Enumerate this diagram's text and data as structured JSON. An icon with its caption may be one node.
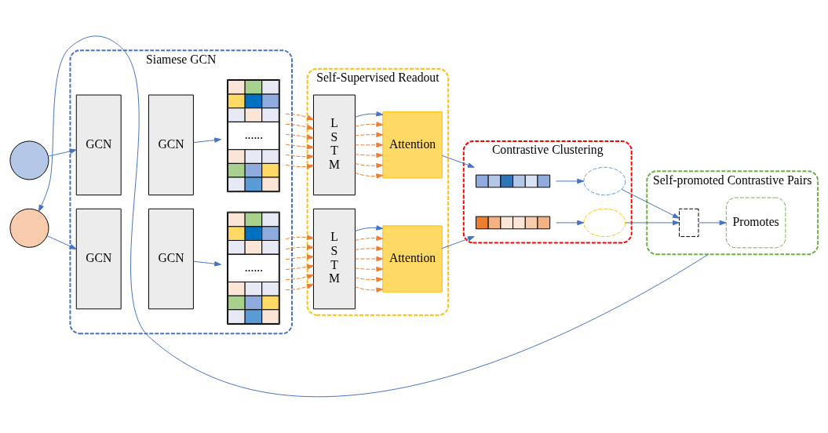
{
  "diagram": {
    "nodes": [
      {
        "text": [
          "Siamese GCN"
        ]
      },
      {
        "text": [
          "GCN"
        ],
        "in": 0
      },
      {
        "text": [
          "GCN"
        ],
        "in": 0
      },
      {
        "text": [
          "......"
        ],
        "in": 0
      },
      {
        "text": [
          "GCN"
        ],
        "in": 0
      },
      {
        "text": [
          "GCN"
        ],
        "in": 0
      },
      {
        "text": [
          "......"
        ],
        "in": 0
      },
      {
        "text": [
          "Self-Supervised Readout"
        ]
      },
      {
        "text": [
          "L S T M"
        ],
        "in": 7
      },
      {
        "text": [
          "Attention"
        ],
        "in": 7
      },
      {
        "text": [
          "L S T M"
        ],
        "in": 7
      },
      {
        "text": [
          "Attention"
        ],
        "in": 7
      },
      {
        "text": [
          "Contrastive Clustering"
        ]
      },
      {
        "text": [],
        "shape": "bar",
        "in": 12
      },
      {
        "text": [],
        "shape": "ellipse",
        "in": 12
      },
      {
        "text": [],
        "shape": "ellipse",
        "in": 12
      },
      {
        "text": [],
        "shape": "bar",
        "in": 12
      },
      {
        "text": [
          "Self-promoted Contrastive Pairs"
        ]
      },
      {
        "text": [],
        "shape": "box",
        "in": 17
      },
      {
        "text": [
          "Promotes"
        ],
        "in": 17
      },
      {
        "text": [],
        "shape": "circle"
      },
      {
        "text": [],
        "shape": "circle"
      }
    ],
    "edges": [
      {
        "from": 20,
        "to": 1,
        "arrow": "to",
        "color": "#4472c4"
      },
      {
        "from": 2,
        "to": 3,
        "arrow": "to",
        "color": "#4472c4"
      },
      {
        "from": 3,
        "to": 8,
        "arrow": "to",
        "style": "dashed",
        "color": "#ed7d31"
      },
      {
        "from": 3,
        "to": 8,
        "arrow": "to",
        "style": "dashed",
        "color": "#ed7d31"
      },
      {
        "from": 3,
        "to": 8,
        "arrow": "to",
        "style": "dashed",
        "color": "#ed7d31"
      },
      {
        "from": 3,
        "to": 8,
        "arrow": "to",
        "style": "dashed",
        "color": "#ed7d31"
      },
      {
        "from": 3,
        "to": 8,
        "arrow": "to",
        "style": "dashed",
        "color": "#ed7d31"
      },
      {
        "from": 3,
        "to": 8,
        "arrow": "to",
        "style": "dashed",
        "color": "#ed7d31"
      },
      {
        "from": 8,
        "to": 9,
        "arrow": "to",
        "style": "dashed",
        "color": "#ed7d31"
      },
      {
        "from": 8,
        "to": 9,
        "arrow": "to",
        "style": "dashed",
        "color": "#ed7d31"
      },
      {
        "from": 8,
        "to": 9,
        "arrow": "to",
        "style": "dashed",
        "color": "#ed7d31"
      },
      {
        "from": 8,
        "to": 9,
        "arrow": "to",
        "style": "dashed",
        "color": "#ed7d31"
      },
      {
        "from": 8,
        "to": 9,
        "arrow": "to",
        "style": "dashed",
        "color": "#ed7d31"
      },
      {
        "from": 8,
        "to": 9,
        "arrow": "to",
        "style": "dashed",
        "color": "#ed7d31"
      },
      {
        "from": 8,
        "to": 9,
        "arrow": "to",
        "color": "#4472c4"
      },
      {
        "from": 9,
        "to": 13,
        "arrow": "to",
        "color": "#4472c4"
      },
      {
        "from": 13,
        "to": 14,
        "arrow": "to",
        "color": "#4472c4"
      },
      {
        "from": 14,
        "to": 18,
        "arrow": "to",
        "color": "#4472c4"
      },
      {
        "from": 21,
        "to": 4,
        "arrow": "to",
        "color": "#4472c4"
      },
      {
        "from": 5,
        "to": 6,
        "arrow": "to",
        "color": "#4472c4"
      },
      {
        "from": 6,
        "to": 10,
        "arrow": "to",
        "style": "dashed",
        "color": "#ed7d31"
      },
      {
        "from": 6,
        "to": 10,
        "arrow": "to",
        "style": "dashed",
        "color": "#ed7d31"
      },
      {
        "from": 6,
        "to": 10,
        "arrow": "to",
        "style": "dashed",
        "color": "#ed7d31"
      },
      {
        "from": 6,
        "to": 10,
        "arrow": "to",
        "style": "dashed",
        "color": "#ed7d31"
      },
      {
        "from": 6,
        "to": 10,
        "arrow": "to",
        "style": "dashed",
        "color": "#ed7d31"
      },
      {
        "from": 6,
        "to": 10,
        "arrow": "to",
        "style": "dashed",
        "color": "#ed7d31"
      },
      {
        "from": 10,
        "to": 11,
        "arrow": "to",
        "style": "dashed",
        "color": "#ed7d31"
      },
      {
        "from": 10,
        "to": 11,
        "arrow": "to",
        "style": "dashed",
        "color": "#ed7d31"
      },
      {
        "from": 10,
        "to": 11,
        "arrow": "to",
        "style": "dashed",
        "color": "#ed7d31"
      },
      {
        "from": 10,
        "to": 11,
        "arrow": "to",
        "style": "dashed",
        "color": "#ed7d31"
      },
      {
        "from": 10,
        "to": 11,
        "arrow": "to",
        "style": "dashed",
        "color": "#ed7d31"
      },
      {
        "from": 10,
        "to": 11,
        "arrow": "to",
        "style": "dashed",
        "color": "#ed7d31"
      },
      {
        "from": 10,
        "to": 11,
        "arrow": "to",
        "color": "#4472c4"
      },
      {
        "from": 11,
        "to": 16,
        "arrow": "to",
        "color": "#4472c4"
      },
      {
        "from": 16,
        "to": 15,
        "arrow": "to",
        "color": "#4472c4"
      },
      {
        "from": 15,
        "to": 18,
        "arrow": "to",
        "color": "#4472c4"
      },
      {
        "from": 18,
        "to": 19,
        "arrow": "to",
        "color": "#4472c4"
      },
      {
        "from": 17,
        "to": 21,
        "arrow": "to",
        "color": "#4472c4"
      }
    ]
  }
}
